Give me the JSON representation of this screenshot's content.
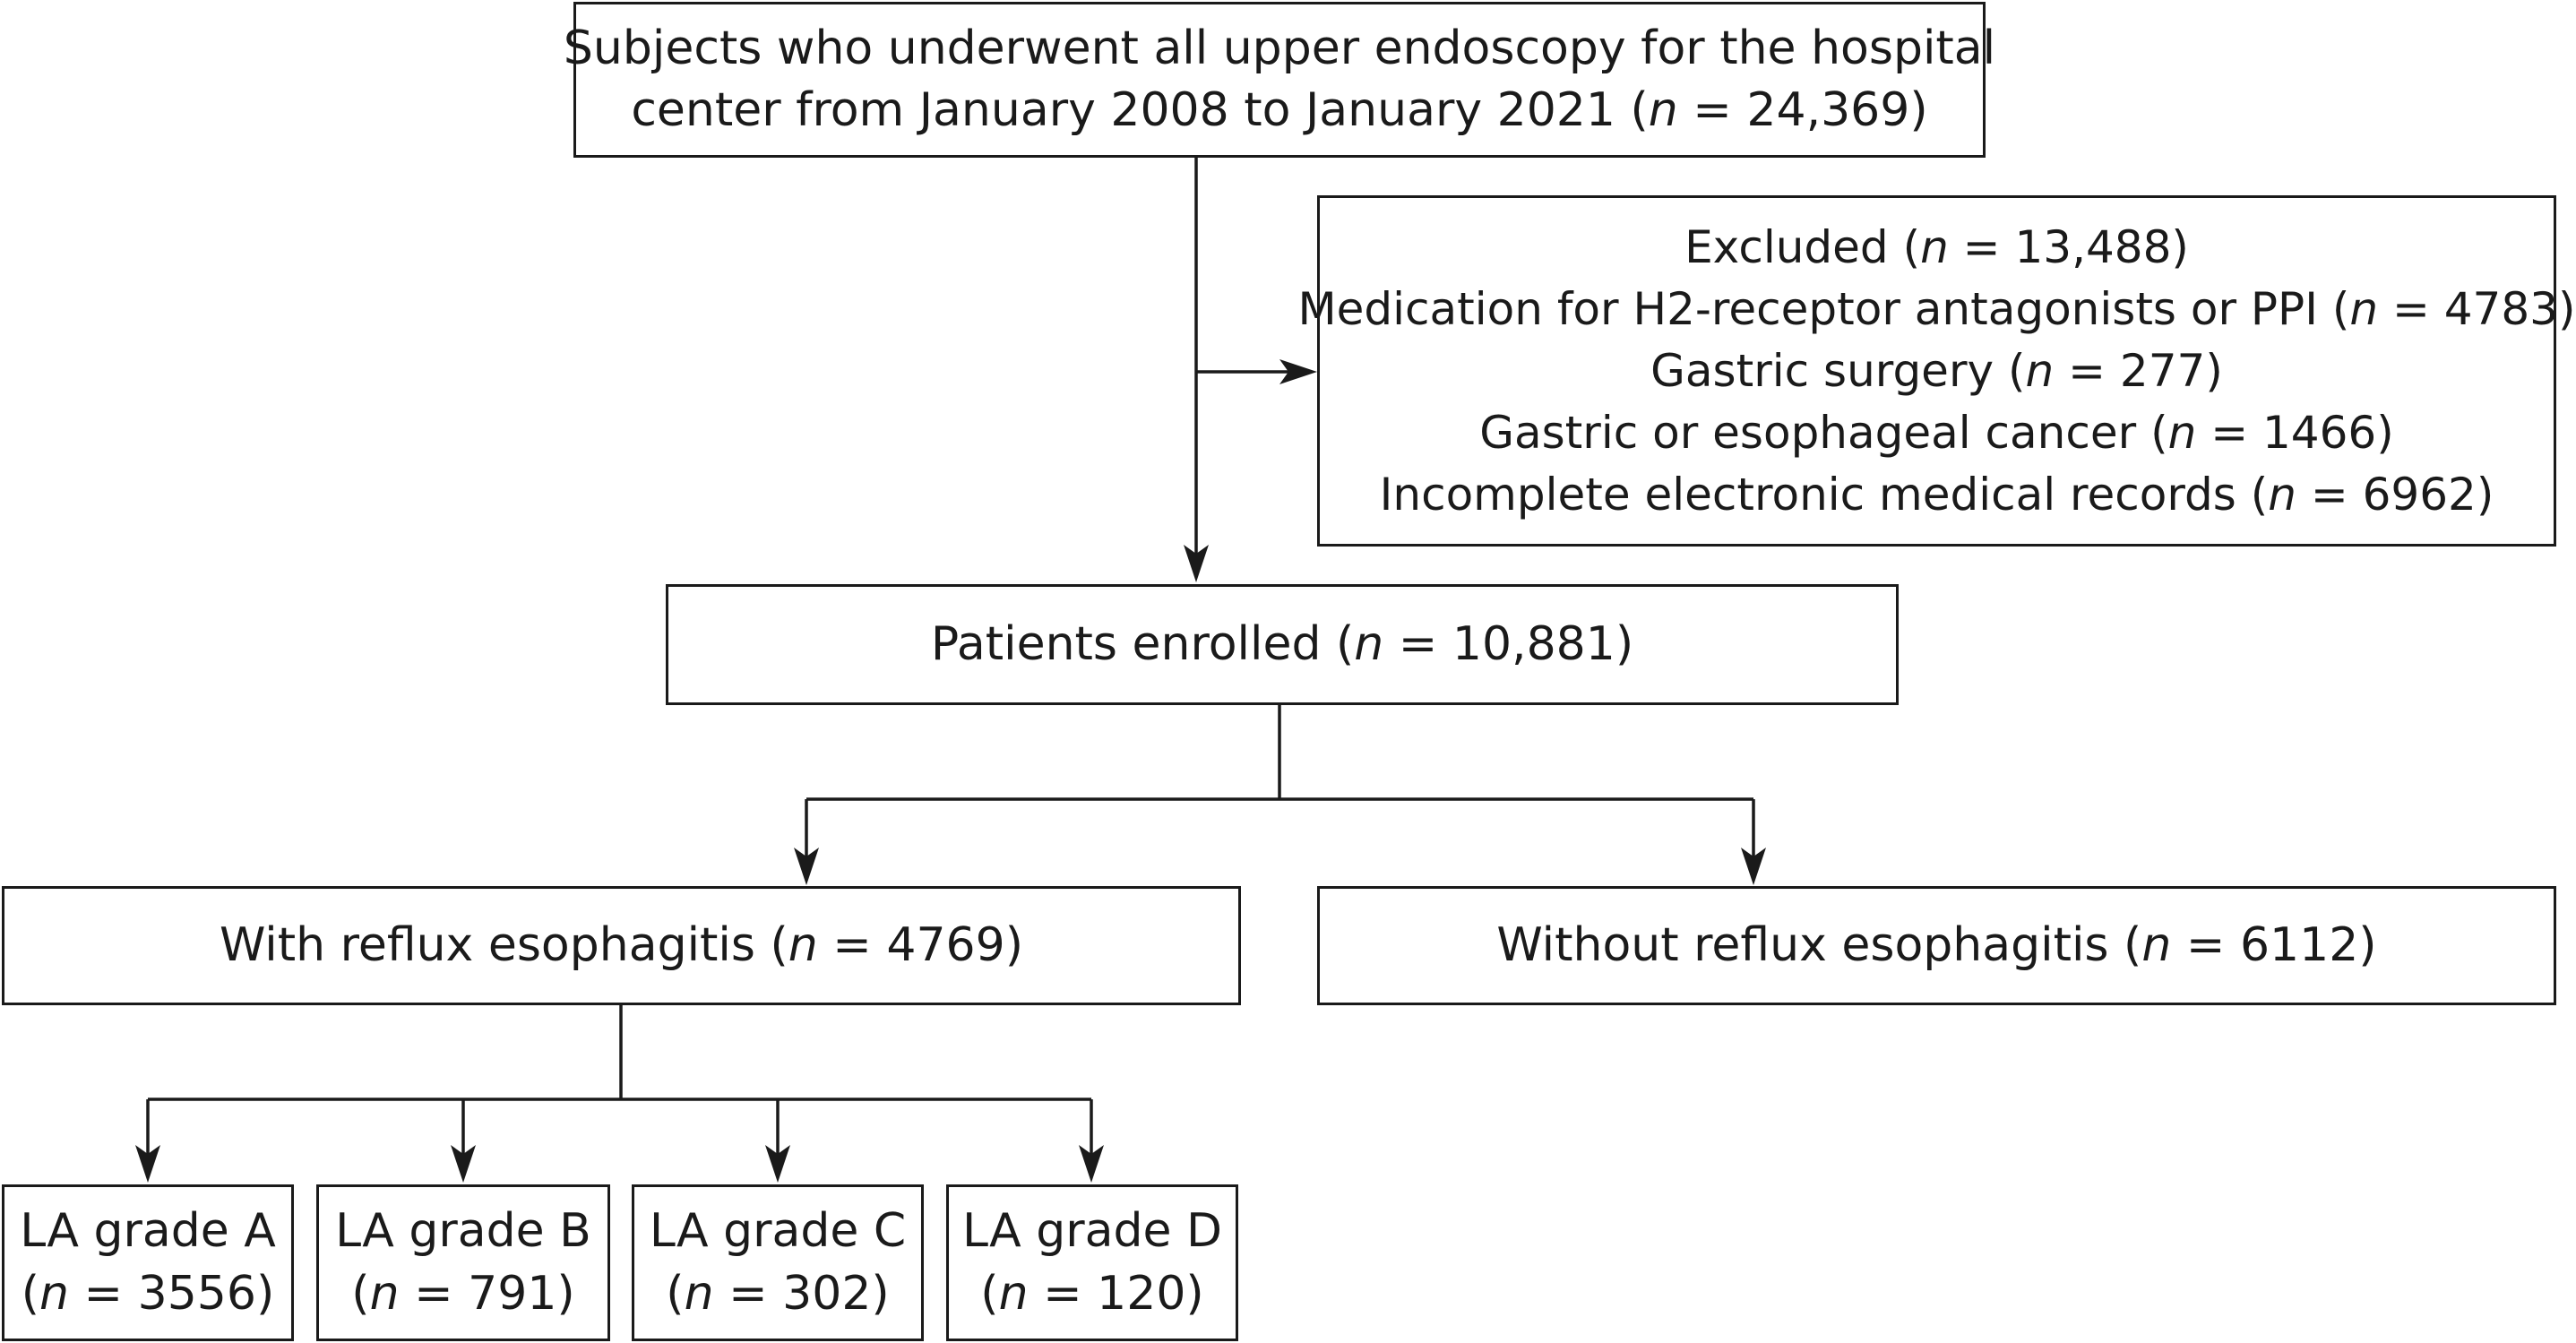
{
  "boxes": {
    "source": {
      "line1": "Subjects who underwent all upper endoscopy for the hospital",
      "line2_pre": "center from January 2008 to January 2021 (",
      "n_symbol": "n",
      "line2_post": " = 24,369)"
    },
    "excluded": {
      "title_pre": "Excluded (",
      "title_post": " = 13,488)",
      "items": [
        {
          "pre": "Medication for H2-receptor antagonists or PPI (",
          "post": " = 4783)"
        },
        {
          "pre": "Gastric surgery (",
          "post": " = 277)"
        },
        {
          "pre": "Gastric or esophageal cancer (",
          "post": " = 1466)"
        },
        {
          "pre": "Incomplete electronic medical records (",
          "post": " = 6962)"
        }
      ]
    },
    "enrolled": {
      "pre": "Patients enrolled (",
      "post": " = 10,881)"
    },
    "with_re": {
      "pre": "With reflux esophagitis (",
      "post": " = 4769)"
    },
    "without_re": {
      "pre": "Without reflux esophagitis (",
      "post": " = 6112)"
    },
    "grades": [
      {
        "label": "LA grade A",
        "pre": "(",
        "post": " = 3556)"
      },
      {
        "label": "LA grade B",
        "pre": "(",
        "post": " = 791)"
      },
      {
        "label": "LA grade C",
        "pre": "(",
        "post": " = 302)"
      },
      {
        "label": "LA grade D",
        "pre": "(",
        "post": " = 120)"
      }
    ]
  }
}
